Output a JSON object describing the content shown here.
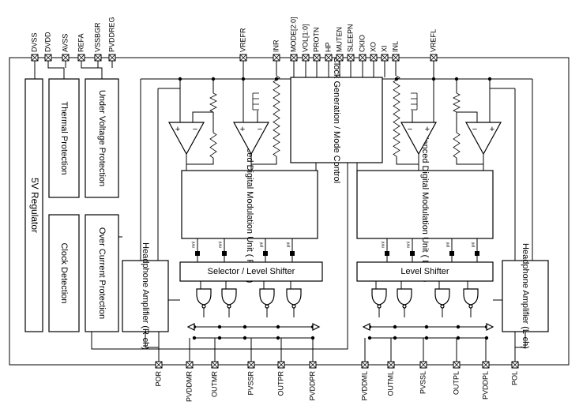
{
  "pins_top": [
    "DVSS",
    "DVDD",
    "AVSS",
    "REFA",
    "VSSBGR",
    "PVDDREG",
    "VREFR",
    "INR",
    "MODE[2:0]",
    "VOL[1:0]",
    "PROTN",
    "HP",
    "MUTEN",
    "SLEEPN",
    "CKIO",
    "XO",
    "XI",
    "INL",
    "VREFL"
  ],
  "pins_bottom": [
    "POR",
    "PVDDMR",
    "OUTMR",
    "PVSSR",
    "OUTPR",
    "PVDDPR",
    "PVDDML",
    "OUTML",
    "PVSSL",
    "OUTPL",
    "PVDDPL",
    "POL"
  ],
  "blocks": {
    "regulator": "5V Regulator",
    "thermal": "Thermal Protection",
    "uvp": "Under Voltage Protection",
    "clkdet": "Clock Detection",
    "ocp": "Over Current Protection",
    "clkgen": "Clock Generation / Mode Control",
    "bdm_r": "Balanced Digital Modulation Unit ( R-ch )",
    "bdm_l": "Balanced Digital Modulation Unit ( L-ch )",
    "hp_r": "Headphone Amplifier (R-ch)",
    "hp_l": "Headphone Amplifier (L-ch)",
    "sel_r": "Selector / Level Shifter",
    "ls_l": "Level Shifter"
  },
  "opamp_signs": [
    "+",
    "−"
  ],
  "mod_outputs": [
    "mnl",
    "mnl",
    "pnl",
    "pnl"
  ]
}
